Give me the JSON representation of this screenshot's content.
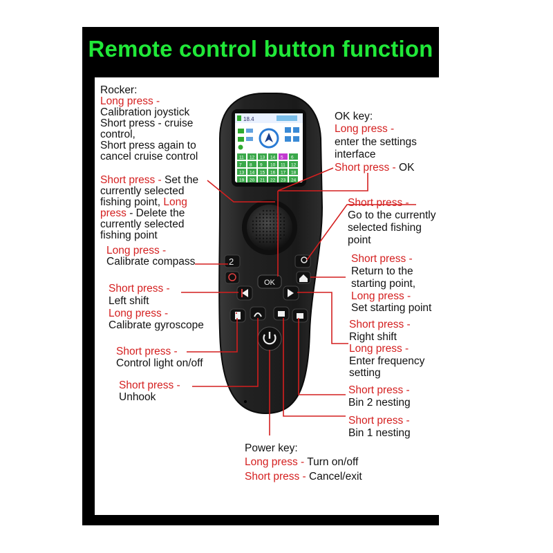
{
  "title": "Remote control button function",
  "colors": {
    "title": "#20e838",
    "accent": "#d41f1f",
    "frame": "#000000",
    "remote_body": "#1f1f1f"
  },
  "screen": {
    "readout": "18.4",
    "grid_numbers": [
      "11",
      "12",
      "13",
      "14",
      "5",
      "6",
      "7",
      "8",
      "9",
      "10",
      "11",
      "12",
      "13",
      "14",
      "15",
      "16",
      "17",
      "18",
      "19",
      "20",
      "21",
      "22",
      "23",
      "24"
    ]
  },
  "buttons": {
    "ok_label": "OK",
    "rocker": "rocker-joystick",
    "icons": [
      "compass-calibrate-icon",
      "home-icon",
      "left-arrow-icon",
      "right-arrow-icon",
      "light-icon",
      "unhook-icon",
      "bin2-icon",
      "bin1-icon",
      "power-icon",
      "fishing-point-icon",
      "delete-point-icon"
    ]
  },
  "annotations": {
    "rocker": {
      "heading": "Rocker:",
      "long_press": "Long press -",
      "long_text": "Calibration joystick",
      "line3": "Short press - cruise",
      "line4": "control,",
      "line5": "Short press again to",
      "line6": "cancel cruise control"
    },
    "ok": {
      "heading": "OK key:",
      "long_press": "Long press -",
      "long_text1": "enter the settings",
      "long_text2": "interface",
      "short_press": "Short press -",
      "short_text": "OK"
    },
    "fishing_point": {
      "short_press": "Short press -",
      "line1_text": "Set the",
      "line2": "currently selected",
      "line3_a": "fishing point,",
      "line3_red": "Long",
      "line4_red": "press",
      "line4_text": "- Delete the",
      "line5": "currently selected",
      "line6": "fishing point"
    },
    "goto_point": {
      "short_press": "Short press -",
      "line1": "Go to the currently",
      "line2": "selected fishing",
      "line3": "point"
    },
    "compass": {
      "long_press": "Long press -",
      "text": "Calibrate compass"
    },
    "home": {
      "short_press": "Short press -",
      "line1": "Return to the",
      "line2": "starting point,",
      "long_press": "Long press -",
      "long_text": "Set starting point"
    },
    "left": {
      "short_press": "Short press -",
      "short_text": "Left shift",
      "long_press": "Long press -",
      "long_text": "Calibrate gyroscope"
    },
    "right": {
      "short_press": "Short press -",
      "short_text": "Right shift",
      "long_press": "Long press -",
      "long_text1": "Enter frequency",
      "long_text2": "setting"
    },
    "light": {
      "short_press": "Short press -",
      "text": "Control light on/off"
    },
    "unhook": {
      "short_press": "Short press -",
      "text": "Unhook"
    },
    "bin2": {
      "short_press": "Short press -",
      "text": "Bin 2 nesting"
    },
    "bin1": {
      "short_press": "Short press -",
      "text": "Bin 1 nesting"
    },
    "power": {
      "heading": "Power key:",
      "long_press": "Long press -",
      "long_text": "Turn on/off",
      "short_press": "Short press -",
      "short_text": "Cancel/exit"
    }
  }
}
